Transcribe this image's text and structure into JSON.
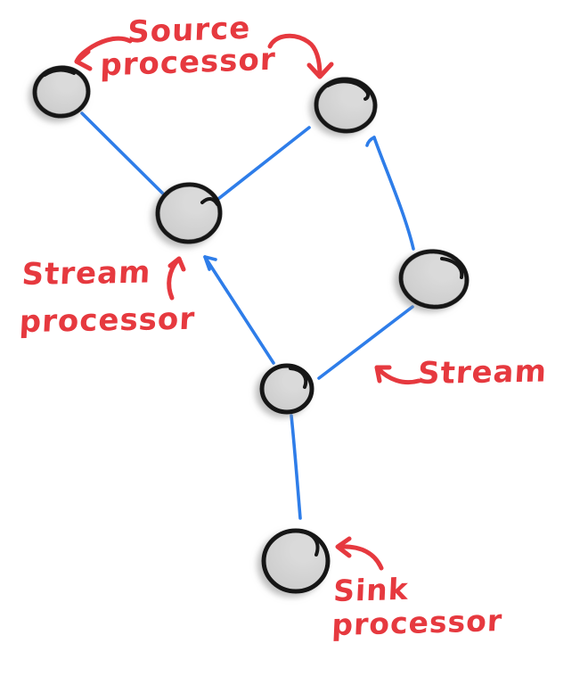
{
  "title": "Hand-drawn stream processing topology sketch",
  "colors": {
    "background": "#ffffff",
    "blue_edge": "#2e7de9",
    "red_annotation": "#e6393f",
    "node_fill": "#c7c7c7",
    "node_fill_light": "#dadada",
    "node_stroke": "#171717"
  },
  "annotations": {
    "source_processor": {
      "line1": "Source",
      "line2": "processor"
    },
    "stream_processor": {
      "line1": "Stream",
      "line2": "processor"
    },
    "stream": {
      "text": "Stream"
    },
    "sink_processor": {
      "line1": "Sink",
      "line2": "processor"
    }
  },
  "nodes": [
    {
      "id": "top-left",
      "role": "source processor"
    },
    {
      "id": "top-right",
      "role": "source processor"
    },
    {
      "id": "middle-left",
      "role": "stream processor"
    },
    {
      "id": "middle-right",
      "role": "stream processor"
    },
    {
      "id": "center",
      "role": "stream processor"
    },
    {
      "id": "bottom",
      "role": "sink processor"
    }
  ],
  "edges": [
    {
      "from": "top-left",
      "to": "middle-left",
      "arrowhead": "none"
    },
    {
      "from": "middle-left",
      "to": "top-right",
      "arrowhead": "none"
    },
    {
      "from": "middle-right",
      "to": "top-right",
      "arrowhead": "at top-right"
    },
    {
      "from": "center",
      "to": "middle-left",
      "arrowhead": "at middle-left"
    },
    {
      "from": "middle-right",
      "to": "center",
      "arrowhead": "none"
    },
    {
      "from": "center",
      "to": "bottom",
      "arrowhead": "none"
    }
  ]
}
